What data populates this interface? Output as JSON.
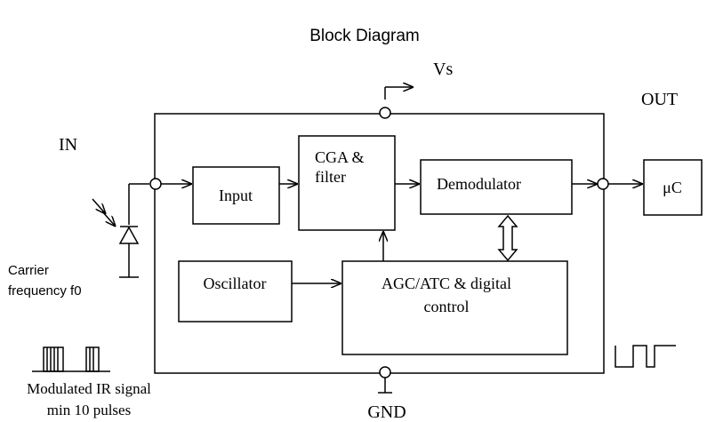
{
  "title": "Block Diagram",
  "pins": {
    "vs": "Vs",
    "out": "OUT",
    "in": "IN",
    "gnd": "GND"
  },
  "blocks": {
    "input": "Input",
    "cga_line1": "CGA &",
    "cga_line2": "filter",
    "demodulator": "Demodulator",
    "oscillator": "Oscillator",
    "agc_line1": "AGC/ATC & digital",
    "agc_line2": "control",
    "mcu": "μC"
  },
  "labels": {
    "carrier_line1": "Carrier",
    "carrier_line2": "frequency f0",
    "signal_line1": "Modulated IR signal",
    "signal_line2": "min 10 pulses"
  },
  "colors": {
    "stroke": "#000000",
    "background": "#ffffff"
  }
}
